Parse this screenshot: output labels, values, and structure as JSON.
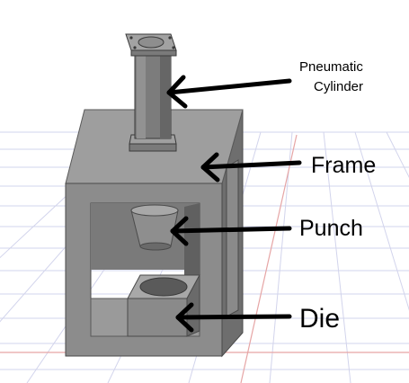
{
  "labels": {
    "cylinder_line1": "Pneumatic",
    "cylinder_line2": "Cylinder",
    "frame": "Frame",
    "punch": "Punch",
    "die": "Die"
  },
  "colors": {
    "frame_front": "#8c8c8c",
    "frame_side": "#6e6e6e",
    "frame_top": "#9e9e9e",
    "part_light": "#a0a0a0",
    "part_dark": "#5a5a5a",
    "grid_line": "#d2d4ec",
    "grid_accent": "#e6a5a5",
    "arrow": "#000000",
    "background": "#ffffff"
  },
  "icons": {
    "arrows": "left-pointing-arrow"
  }
}
